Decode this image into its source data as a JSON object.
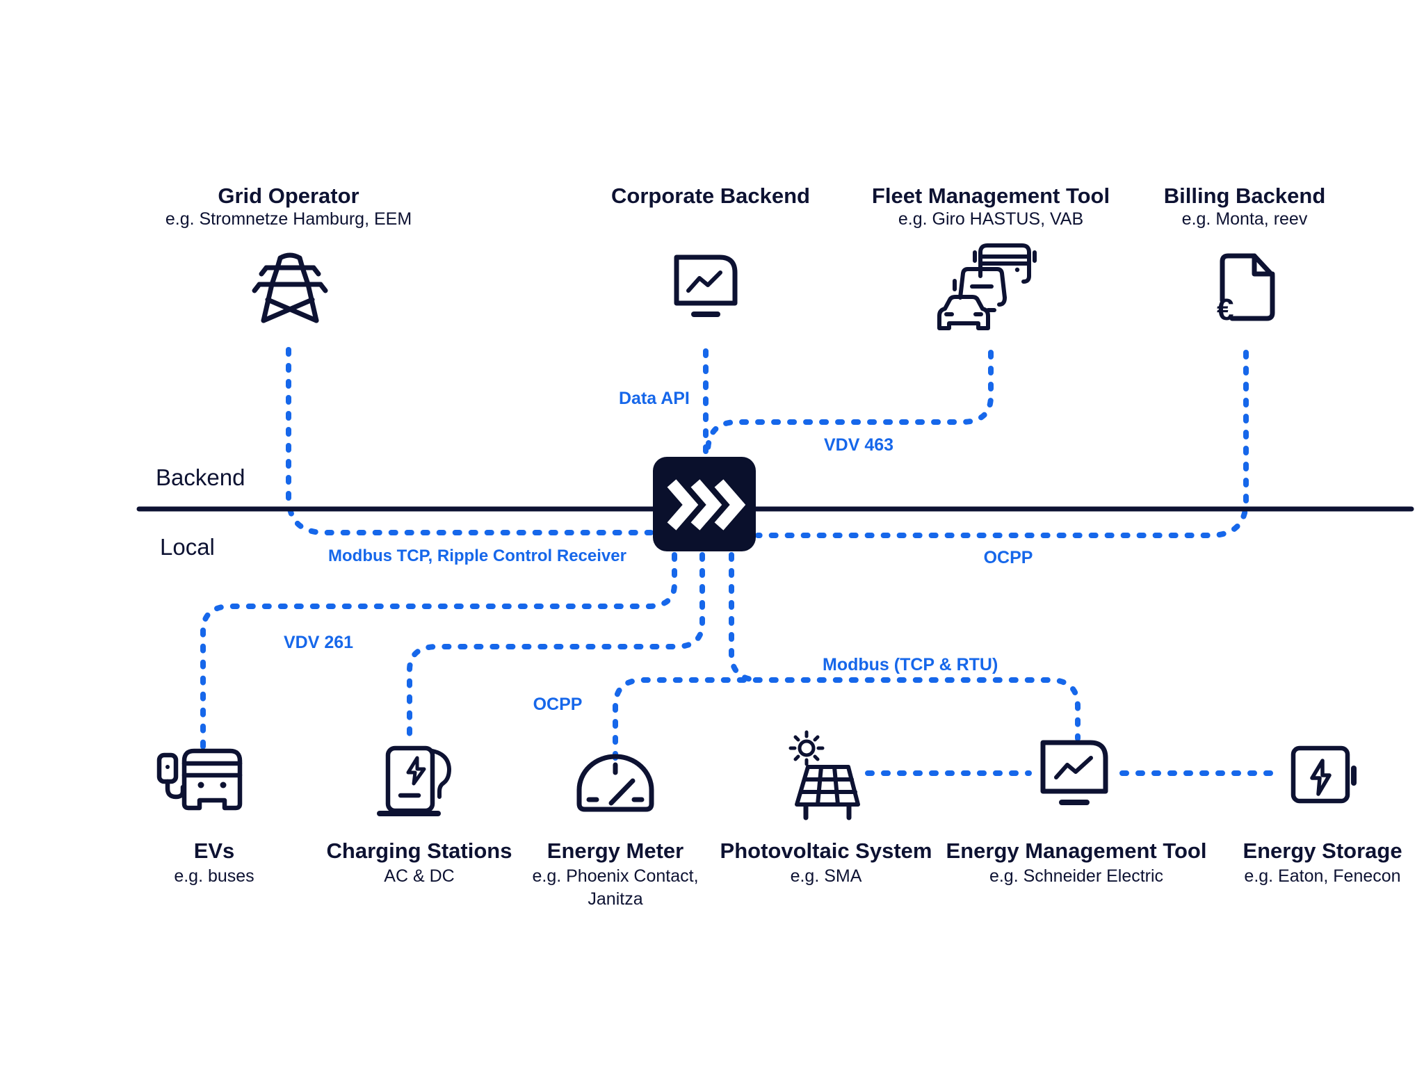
{
  "palette": {
    "ink": "#0d1232",
    "blue": "#1667ea",
    "background": "#ffffff",
    "hub_fill": "#0a102c"
  },
  "zones": {
    "backend_label": "Backend",
    "local_label": "Local"
  },
  "hub": {
    "icon": "triple-chevron-logo"
  },
  "backend_nodes": [
    {
      "title": "Grid Operator",
      "subtitle": "e.g. Stromnetze Hamburg, EEM",
      "icon": "transmission-tower-icon"
    },
    {
      "title": "Corporate Backend",
      "subtitle": "",
      "icon": "monitor-chart-icon"
    },
    {
      "title": "Fleet Management Tool",
      "subtitle": "e.g. Giro HASTUS, VAB",
      "icon": "vehicle-fleet-icon"
    },
    {
      "title": "Billing Backend",
      "subtitle": "e.g. Monta, reev",
      "icon": "invoice-euro-icon",
      "euro_symbol": "€"
    }
  ],
  "local_nodes": [
    {
      "title": "EVs",
      "subtitle": "e.g. buses",
      "icon": "electric-bus-icon"
    },
    {
      "title": "Charging Stations",
      "subtitle": "AC & DC",
      "icon": "charging-station-icon"
    },
    {
      "title": "Energy Meter",
      "subtitle": "e.g. Phoenix Contact,",
      "subtitle2": "Janitza",
      "icon": "energy-gauge-icon"
    },
    {
      "title": "Photovoltaic System",
      "subtitle": "e.g. SMA",
      "icon": "solar-panel-icon"
    },
    {
      "title": "Energy Management Tool",
      "subtitle": "e.g. Schneider Electric",
      "icon": "monitor-chart-icon"
    },
    {
      "title": "Energy Storage",
      "subtitle": "e.g. Eaton, Fenecon",
      "icon": "battery-bolt-icon"
    }
  ],
  "connections": {
    "data_api": "Data API",
    "vdv_463": "VDV 463",
    "modbus_ripple": "Modbus TCP, Ripple Control Receiver",
    "ocpp_backend": "OCPP",
    "vdv_261": "VDV 261",
    "ocpp_local": "OCPP",
    "modbus_tcp_rtu": "Modbus (TCP & RTU)"
  }
}
